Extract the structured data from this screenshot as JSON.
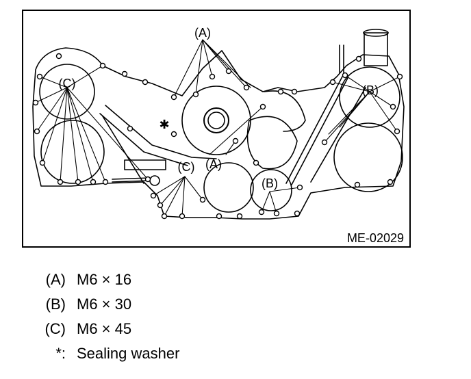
{
  "figure": {
    "id_label": "ME-02029",
    "callouts": {
      "a_top": "(A)",
      "a_bottom": "(A)",
      "b_right": "(B)",
      "b_bottom": "(B)",
      "c_left": "(C)",
      "c_bottom": "(C)",
      "washer_mark": "✱"
    }
  },
  "legend": [
    {
      "key": "(A)",
      "value": "M6 × 16"
    },
    {
      "key": "(B)",
      "value": "M6 × 30"
    },
    {
      "key": "(C)",
      "value": "M6 × 45"
    },
    {
      "key": "*:",
      "value": "Sealing washer"
    }
  ]
}
